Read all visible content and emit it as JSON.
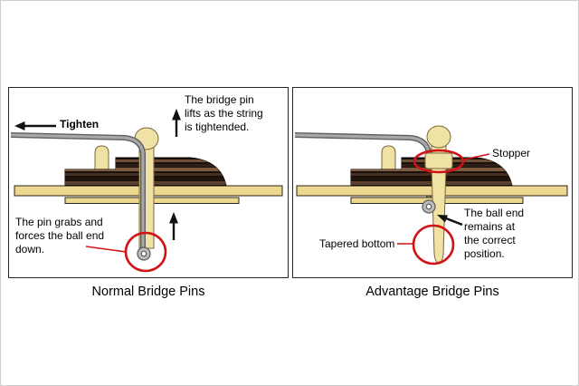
{
  "figure": {
    "left_panel": {
      "caption": "Normal Bridge Pins",
      "tighten_label": "Tighten",
      "lift_note": "The bridge pin\nlifts as the string\nis tightended.",
      "grab_note": "The pin grabs and\nforces the ball end\ndown."
    },
    "right_panel": {
      "caption": "Advantage Bridge Pins",
      "stopper_label": "Stopper",
      "tapered_label": "Tapered bottom",
      "ball_note": "The ball end\nremains at\nthe correct\nposition."
    },
    "colors": {
      "annotation_red": "#d11216",
      "wood_tan": "#ecd88f",
      "pin_cream": "#f0e1a4",
      "bridge_dark": "#1a110b",
      "string_gray": "#a8a8a8"
    }
  }
}
